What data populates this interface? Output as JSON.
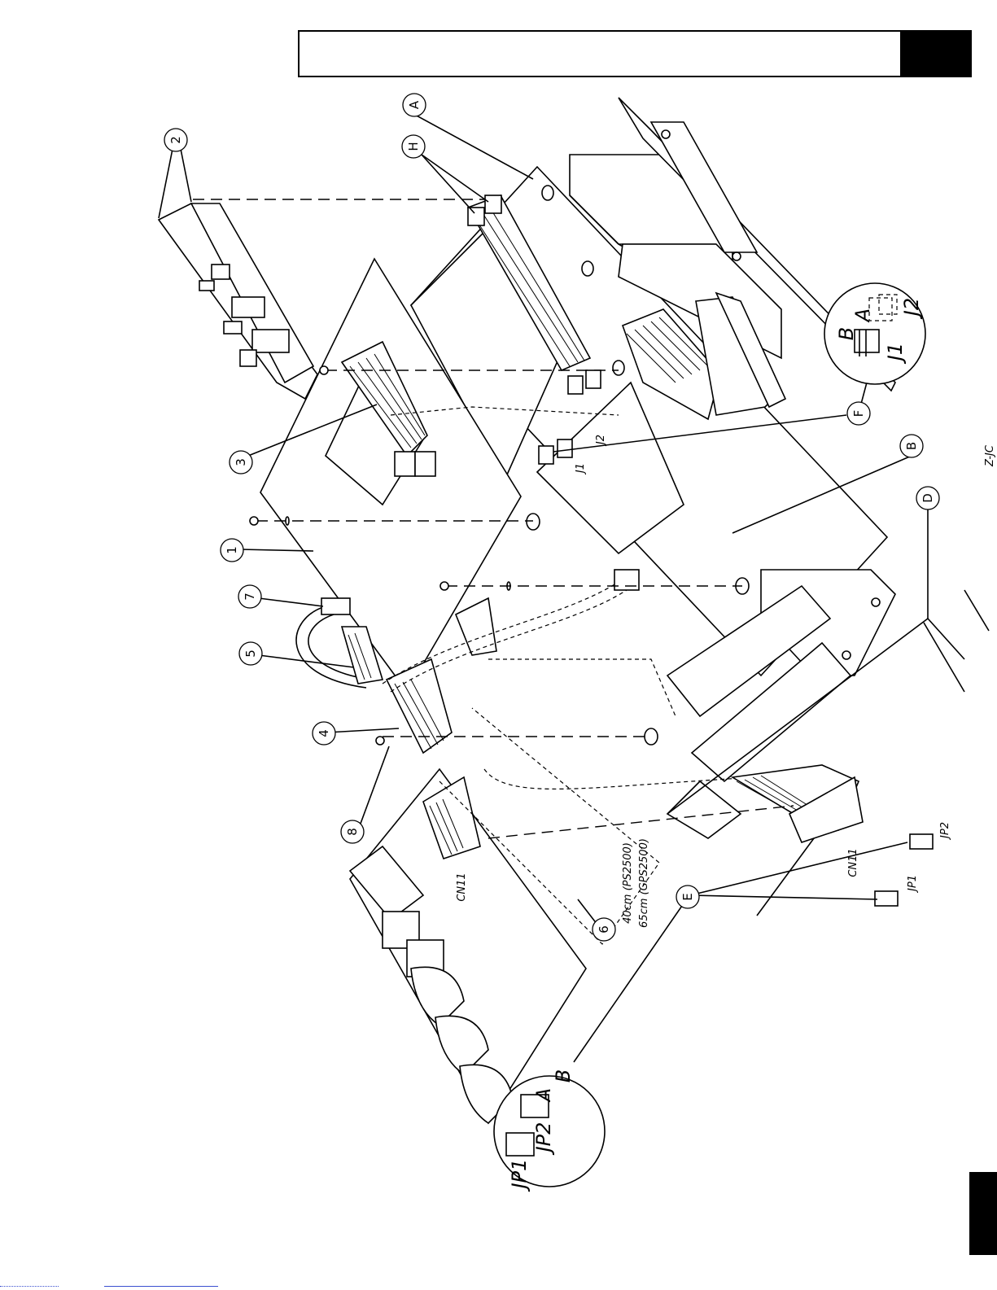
{
  "callouts": {
    "c1": "1",
    "c2": "2",
    "c3": "3",
    "c4": "4",
    "c5": "5",
    "c6": "6",
    "c7": "7",
    "c8": "8",
    "cA": "A",
    "cB": "B",
    "cD": "D",
    "cE": "E",
    "cF": "F",
    "cH": "H"
  },
  "labels": {
    "cn11_left": "CN11",
    "cn11_right": "CN11",
    "j1": "J1",
    "j2": "J2",
    "jp1": "JP1",
    "jp2": "JP2",
    "cable_len_ps": "40cm  (PS2500)",
    "cable_len_gps": "65cm  (GPS2500)",
    "edge_fragment": "Z-JC"
  },
  "detail_e": {
    "jp1": "JP1",
    "jp2": "JP2",
    "pos_a": "A",
    "pos_b": "B"
  },
  "detail_f": {
    "j1": "J1",
    "j2": "J2",
    "pos_a": "A",
    "pos_b": "B"
  }
}
